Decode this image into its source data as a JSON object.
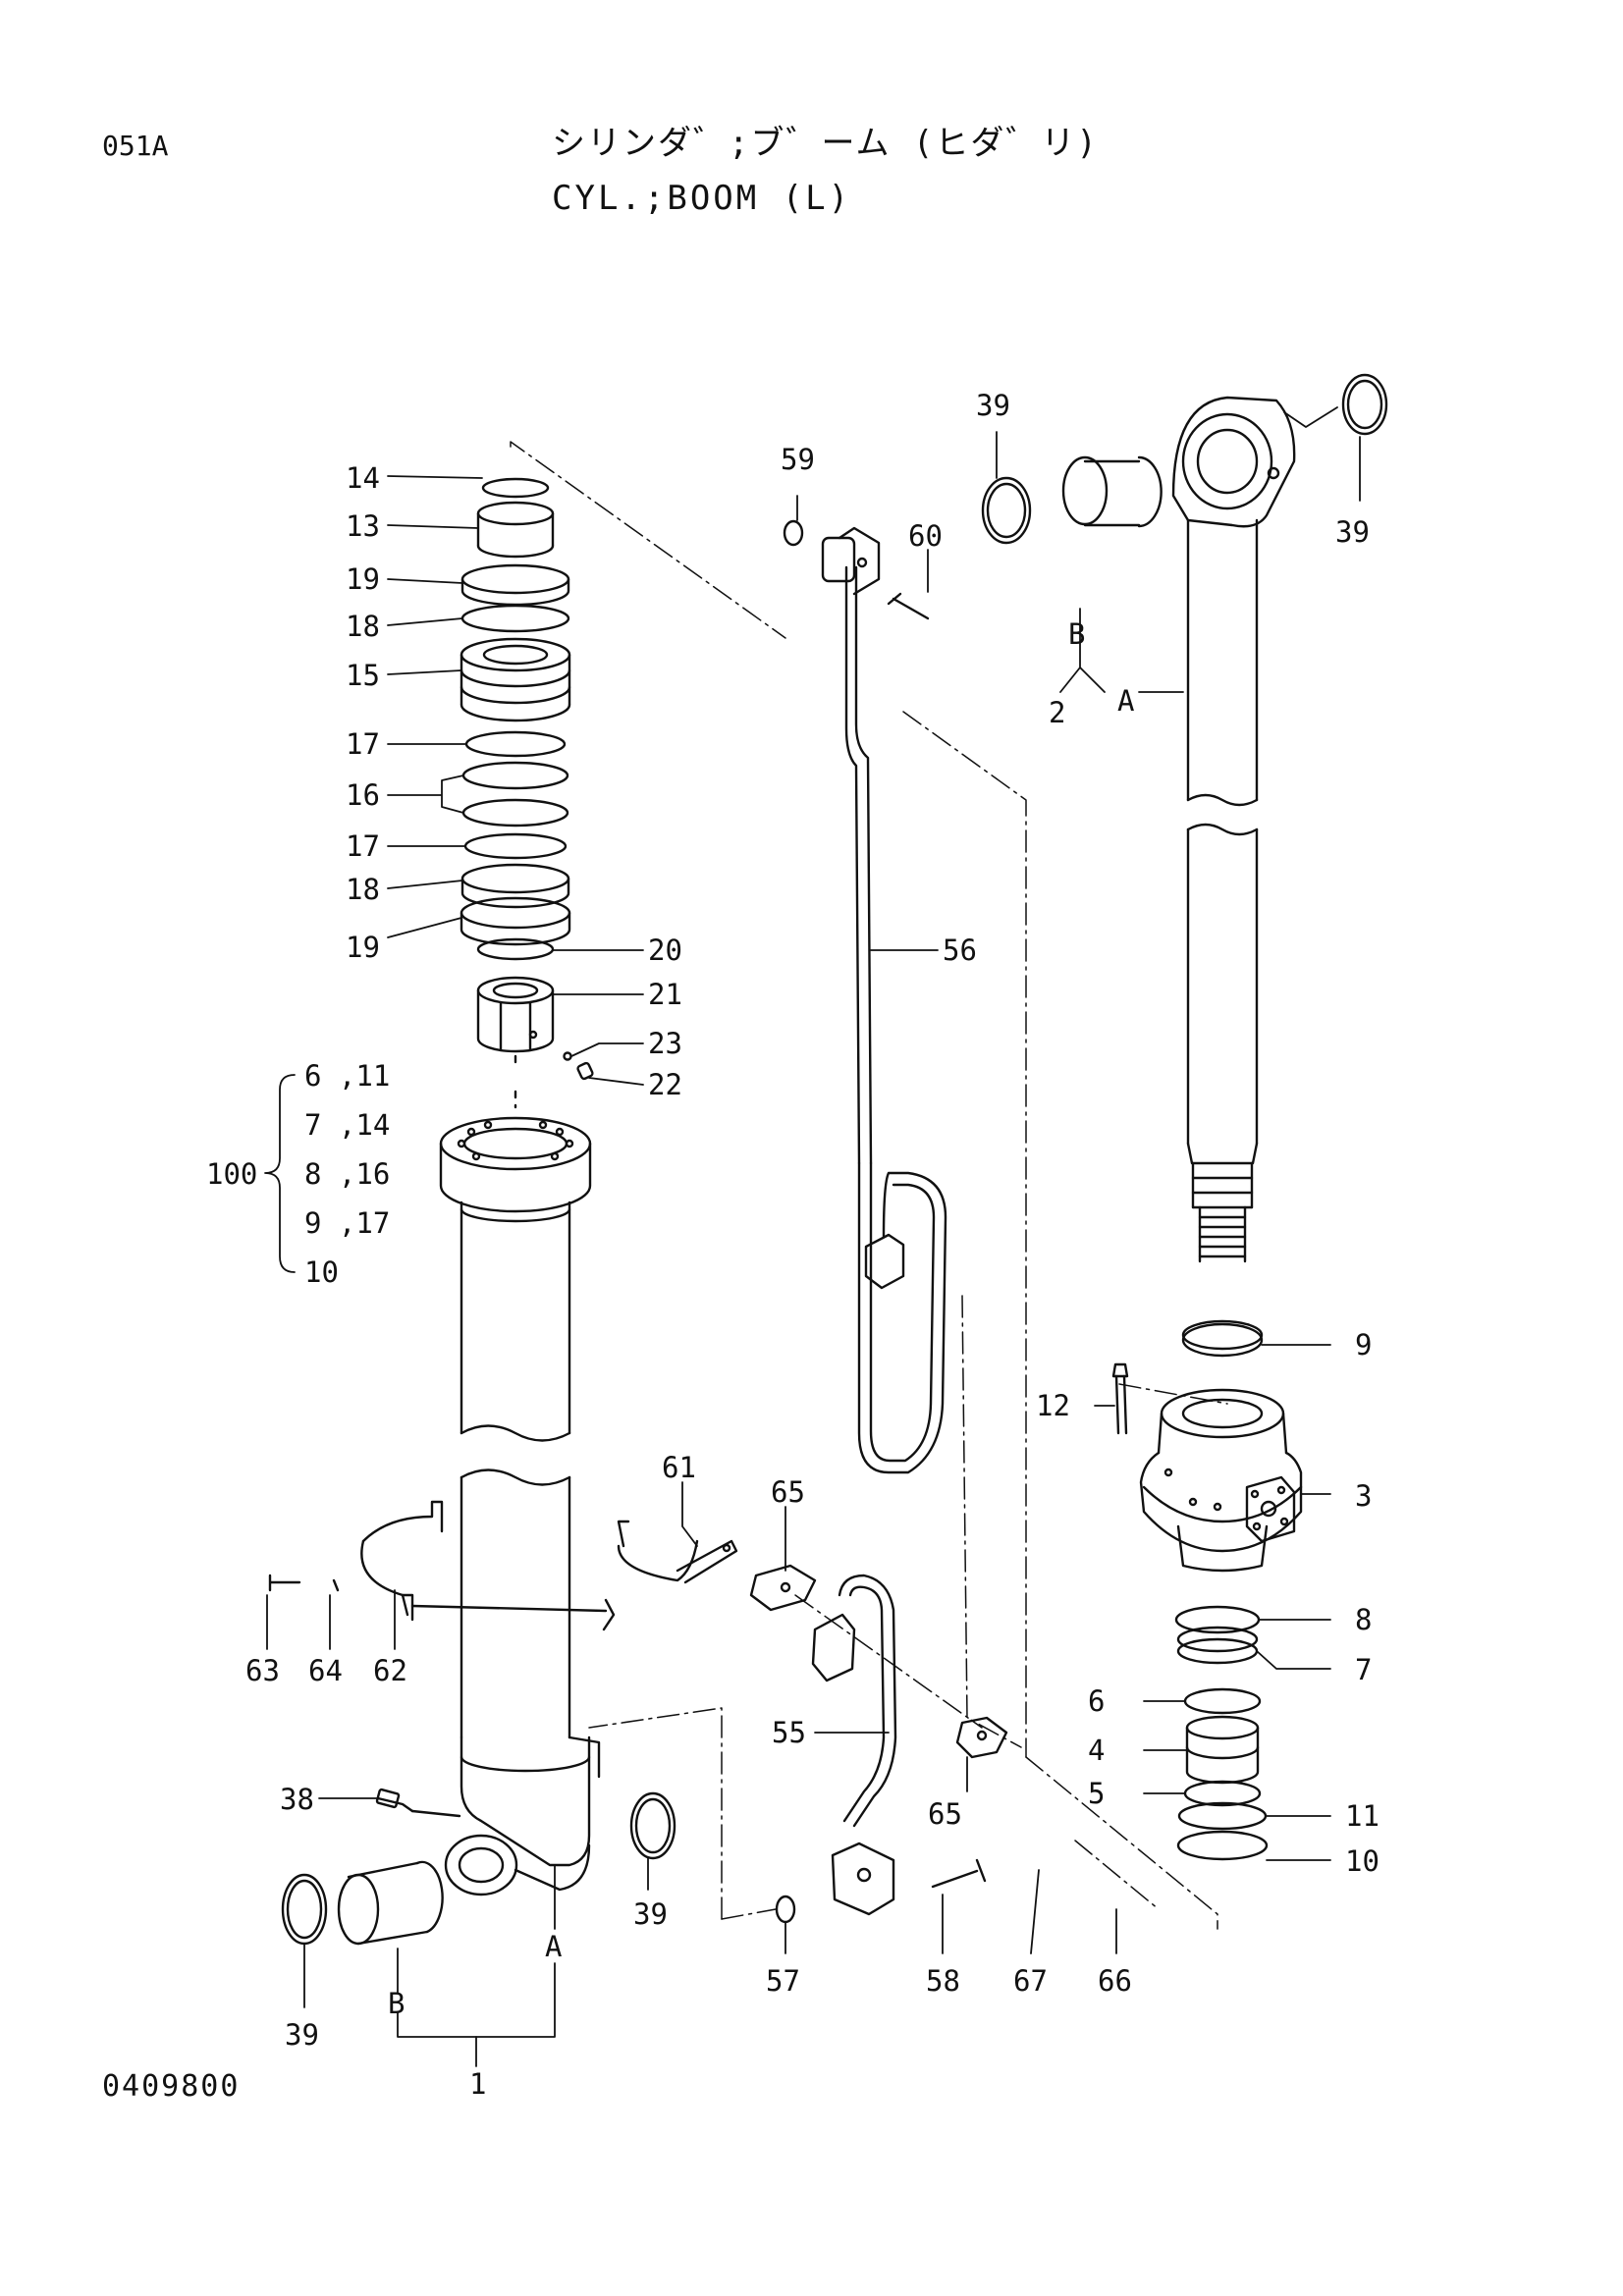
{
  "header": {
    "page_code": "051A",
    "title_jp": "シリンダ゛;ブ゛ーム (ヒダ゛リ)",
    "title_en": "CYL.;BOOM (L)"
  },
  "footer": {
    "doc_number": "0409800"
  },
  "callouts": {
    "n14": "14",
    "n13": "13",
    "n19a": "19",
    "n18a": "18",
    "n15": "15",
    "n17a": "17",
    "n16": "16",
    "n17b": "17",
    "n18b": "18",
    "n19b": "19",
    "n20": "20",
    "n21": "21",
    "n23": "23",
    "n22": "22",
    "n59": "59",
    "n60": "60",
    "n56": "56",
    "n39a": "39",
    "n39b": "39",
    "nB1": "B",
    "n2": "2",
    "nA1": "A",
    "n9": "9",
    "n12": "12",
    "n3": "3",
    "n8": "8",
    "n7": "7",
    "n6": "6",
    "n4": "4",
    "n5": "5",
    "n11": "11",
    "n10": "10",
    "n61": "61",
    "n65a": "65",
    "n63": "63",
    "n64": "64",
    "n62": "62",
    "n55": "55",
    "n65b": "65",
    "n38": "38",
    "n39c": "39",
    "n39d": "39",
    "nB2": "B",
    "nA2": "A",
    "n1": "1",
    "n57": "57",
    "n58": "58",
    "n67": "67",
    "n66": "66"
  },
  "kit_group": {
    "label": "100",
    "items": [
      "6 ,11",
      "7 ,14",
      "8 ,16",
      "9 ,17",
      "10"
    ]
  }
}
